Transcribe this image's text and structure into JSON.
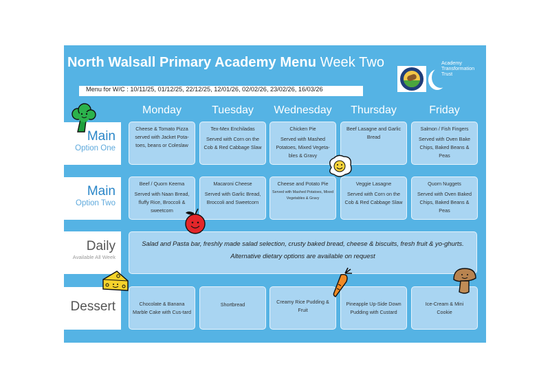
{
  "header": {
    "title_bold": "North Walsall Primary Academy Menu",
    "title_light": "Week Two",
    "week_commencing": "Menu for W/C :  10/11/25, 01/12/25, 22/12/25, 12/01/26, 02/02/26, 23/02/26, 16/03/26",
    "logos": {
      "school_logo": "school-crest-icon",
      "trust_name_lines": [
        "Academy",
        "Transformation",
        "Trust"
      ]
    }
  },
  "days": [
    "Monday",
    "Tuesday",
    "Wednesday",
    "Thursday",
    "Friday"
  ],
  "rows": {
    "main_one": {
      "label": "Main",
      "sublabel": "Option One",
      "items": [
        {
          "dish": "Cheese & Tomato Pizza served with Jacket Pota-toes, beans or Coleslaw",
          "served": ""
        },
        {
          "dish": "Tex-Mex Enchiladas",
          "served": "Served with Corn on the Cob & Red Cabbage Slaw"
        },
        {
          "dish": "Chicken Pie",
          "served": "Served with Mashed Potatoes, Mixed Vegeta-bles & Gravy"
        },
        {
          "dish": "Beef Lasagne and Garlic Bread",
          "served": ""
        },
        {
          "dish": "Salmon  / Fish Fingers",
          "served": "Served with Oven Bake Chips, Baked Beans & Peas"
        }
      ]
    },
    "main_two": {
      "label": "Main",
      "sublabel": "Option Two",
      "items": [
        {
          "dish": "Beef / Quorn Keema",
          "served": "Served with Naan Bread, fluffy Rice, Broccoli & sweetcorn"
        },
        {
          "dish": "Macaroni Cheese",
          "served": "Served with Garlic Bread, Broccoli and  Sweetcorn"
        },
        {
          "dish": "Cheese and Potato Pie",
          "served": "Served with Mashed Potatoes, Mixed Vegetables & Gravy"
        },
        {
          "dish": "Veggie Lasagne",
          "served": "Served with Corn on the Cob & Red Cabbage Slaw"
        },
        {
          "dish": "Quorn Nuggets",
          "served": "Served with Oven Baked Chips, Baked Beans & Peas"
        }
      ]
    },
    "daily": {
      "label": "Daily",
      "sublabel": "Available All Week",
      "text": "Salad and Pasta bar, freshly made salad selection, crusty baked bread, cheese & biscuits, fresh fruit & yo-ghurts. Alternative dietary options are available on request"
    },
    "dessert": {
      "label": "Dessert",
      "items": [
        "Chocolate & Banana Marble Cake with Cus-tard",
        "Shortbread",
        "Creamy Rice Pudding & Fruit",
        "Pineapple Up-Side Down Pudding with Custard",
        "Ice-Cream & Mini Cookie"
      ]
    }
  },
  "decorations": [
    "broccoli-icon",
    "egg-icon",
    "apple-icon",
    "cheese-icon",
    "carrot-icon",
    "mushroom-icon"
  ],
  "colors": {
    "panel": "#55b3e4",
    "card": "#a9d5f2",
    "main_label": "#2a86c8",
    "text": "#333333"
  }
}
